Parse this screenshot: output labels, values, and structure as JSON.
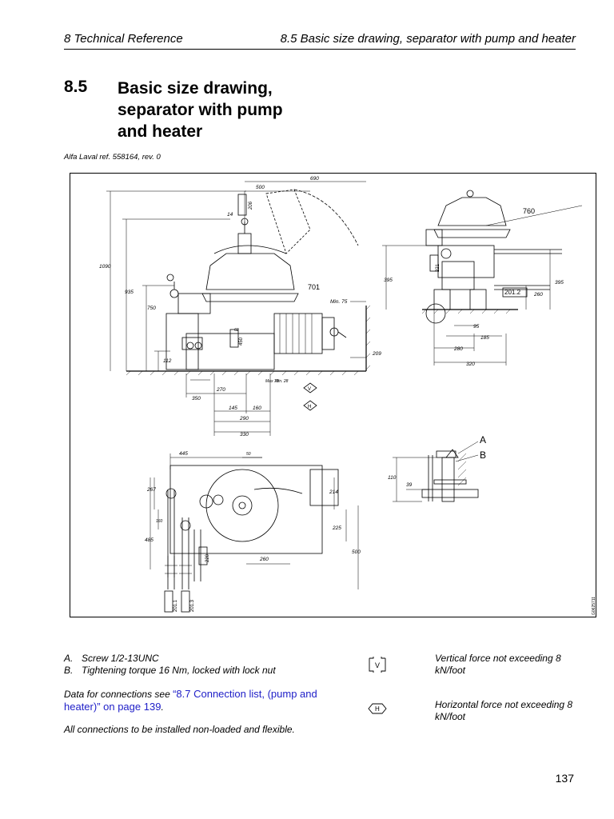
{
  "header": {
    "left": "8  Technical Reference",
    "right": "8.5  Basic size drawing, separator with pump and heater"
  },
  "section": {
    "number": "8.5",
    "title_lines": [
      "Basic size drawing,",
      "separator with pump",
      "and heater"
    ],
    "reference": "Alfa Laval ref. 558164, rev. 0"
  },
  "figure": {
    "drawing_code": "G0625711",
    "dims": {
      "d690": "690",
      "d500": "500",
      "d206": "206",
      "d14": "14",
      "d1090": "1090",
      "d935": "935",
      "d750": "750",
      "d112": "112",
      "d209": "209",
      "min75": "Min. 75",
      "max70": "Max 70",
      "min28": "Min. 28",
      "d270": "270",
      "d350": "350",
      "d145": "145",
      "d160": "160",
      "d290": "290",
      "d330": "330",
      "d62": "62",
      "d450": "450",
      "c701": "701",
      "c760": "760",
      "c221": "221",
      "c2012": "201.2",
      "d395a": "395",
      "d395b": "395",
      "d260r": "260",
      "d95": "95",
      "d185": "185",
      "d280": "280",
      "d320": "320",
      "lblA": "A",
      "lblB": "B",
      "d110": "110",
      "d39": "39",
      "d445": "445",
      "d50": "50",
      "d267": "267",
      "d160b": "160",
      "d485": "485",
      "d214": "214",
      "d225": "225",
      "d500b": "500",
      "d260": "260",
      "c220": "220",
      "c2011": "201.1",
      "c2013": "201.3",
      "force_v": "V",
      "force_h": "H"
    }
  },
  "legend": {
    "a_key": "A.",
    "a_text": "Screw 1/2-13UNC",
    "b_key": "B.",
    "b_text": "Tightening torque 16 Nm, locked with lock nut"
  },
  "connections": {
    "prefix": "Data for connections see ",
    "link": "“8.7 Connection list, (pump and heater)” on page 139",
    "suffix": "."
  },
  "note": "All connections to be installed non-loaded and flexible.",
  "forces": {
    "vertical_icon": "V",
    "vertical": "Vertical force not exceeding 8 kN/foot",
    "horizontal_icon": "H",
    "horizontal": "Horizontal force not exceeding 8 kN/foot"
  },
  "page_number": "137"
}
